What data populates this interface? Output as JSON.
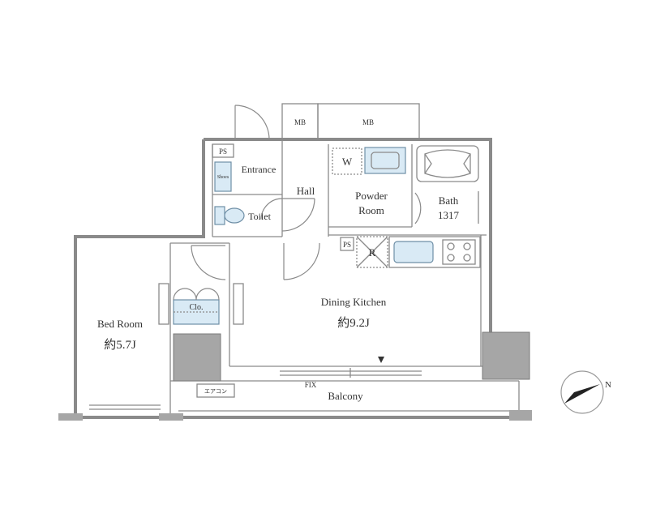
{
  "floor_plan": {
    "labels": {
      "mb_left": "MB",
      "mb_right": "MB",
      "ps_top": "PS",
      "ps_kitchen": "PS",
      "entrance": "Entrance",
      "shoes": "Shoes",
      "hall": "Hall",
      "toilet": "Toilet",
      "powder_room": [
        "Powder",
        "Room"
      ],
      "washer": "W",
      "bath": "Bath",
      "bath_size": "1317",
      "fridge": "R",
      "bedroom_name": "Bed Room",
      "bedroom_area": "約5.7J",
      "closet": "Clo.",
      "dining_name": "Dining Kitchen",
      "dining_area": "約9.2J",
      "fix": "FIX",
      "balcony": "Balcony",
      "aircon": "エアコン",
      "north": "N"
    },
    "colors": {
      "wall": "#8a8a8a",
      "fixture_fill": "#d9eaf5",
      "pillar": "#a6a6a6",
      "text": "#333333"
    }
  }
}
